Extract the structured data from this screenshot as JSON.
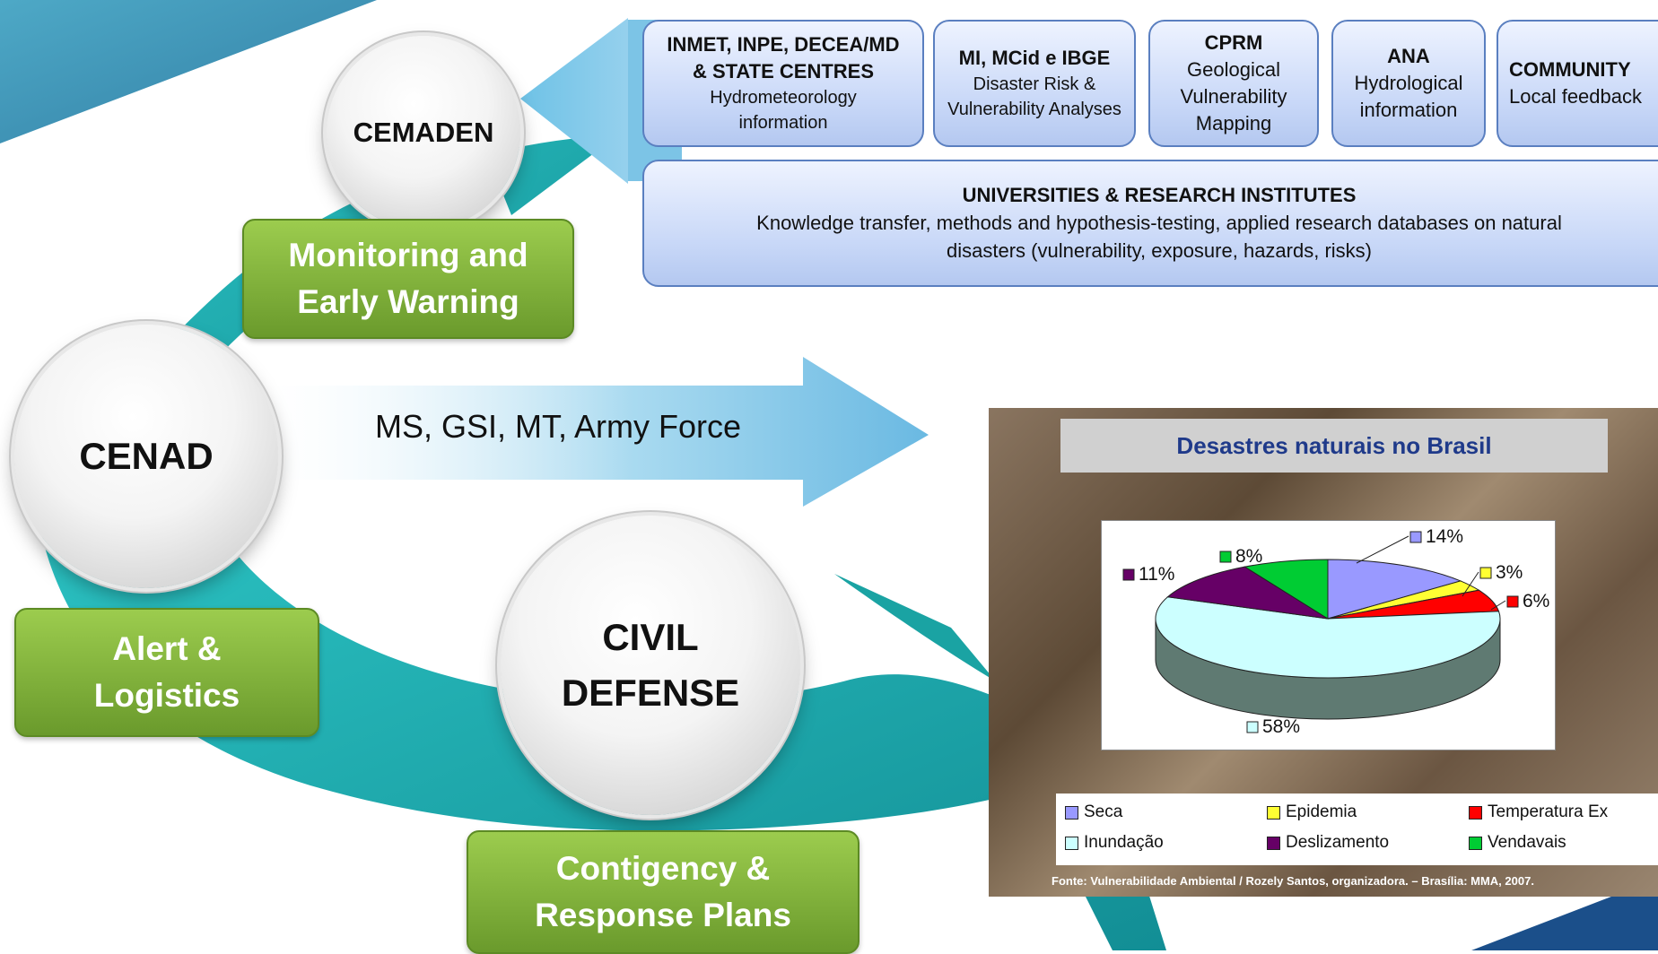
{
  "nodes": {
    "cemaden": "CEMADEN",
    "cenad": "CENAD",
    "civil_defense": "CIVIL\nDEFENSE"
  },
  "labels": {
    "monitoring": "Monitoring and\nEarly Warning",
    "alert": "Alert &\nLogistics",
    "contingency": "Contigency &\nResponse Plans"
  },
  "arrow_label": "MS, GSI, MT, Army Force",
  "sources": [
    {
      "title": "INMET, INPE, DECEA/MD\n& STATE CENTRES",
      "desc": "Hydrometeorology\ninformation"
    },
    {
      "title": "MI, MCid e IBGE",
      "desc": "Disaster Risk &\nVulnerability Analyses"
    },
    {
      "title": "CPRM",
      "desc": "Geological\nVulnerability\nMapping"
    },
    {
      "title": "ANA",
      "desc": "Hydrological\ninformation"
    },
    {
      "title": "COMMUNITY",
      "desc": "Local feedback"
    }
  ],
  "universities": {
    "title": "UNIVERSITIES & RESEARCH INSTITUTES",
    "desc": "Knowledge transfer, methods and hypothesis-testing, applied research databases on natural\ndisasters (vulnerability, exposure, hazards, risks)"
  },
  "chart_data": {
    "type": "pie",
    "title": "Desastres naturais no Brasil",
    "slices": [
      {
        "label": "Seca",
        "value": 14,
        "display": "14%",
        "color": "#9999ff"
      },
      {
        "label": "Epidemia",
        "value": 3,
        "display": "3%",
        "color": "#ffff33"
      },
      {
        "label": "Temperatura Ex",
        "value": 6,
        "display": "6%",
        "color": "#ff0000"
      },
      {
        "label": "Inundação",
        "value": 58,
        "display": "58%",
        "color": "#ccffff"
      },
      {
        "label": "Deslizamento",
        "value": 11,
        "display": "11%",
        "color": "#660066"
      },
      {
        "label": "Vendavais",
        "value": 8,
        "display": "8%",
        "color": "#00cc33"
      }
    ],
    "legend_order": [
      "Seca",
      "Epidemia",
      "Temperatura Ex",
      "Inundação",
      "Deslizamento",
      "Vendavais"
    ],
    "source": "Fonte: Vulnerabilidade Ambiental / Rozely Santos, organizadora. – Brasília: MMA, 2007."
  },
  "colors": {
    "teal": "#1aa3a3",
    "green": "#7fb13a",
    "arrow_blue": "#7cc4e6",
    "box_blue": "#c6d6f7"
  }
}
